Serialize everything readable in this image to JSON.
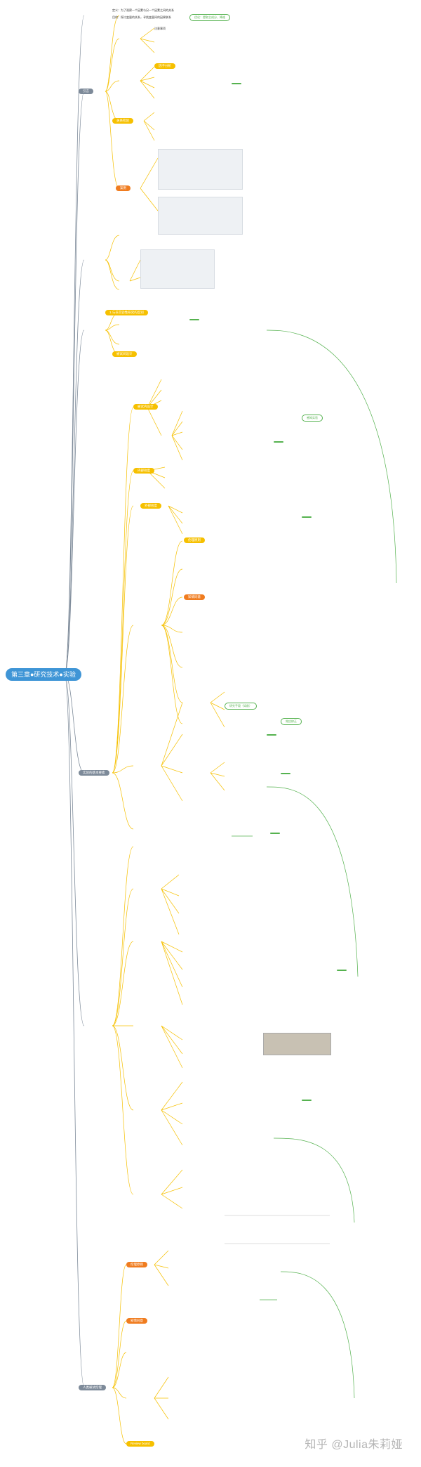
{
  "root": "第三章●研究技术●实验",
  "branches": [
    {
      "id": "b1",
      "label": "引言",
      "color": "grey"
    },
    {
      "id": "b2",
      "label": "",
      "color": "yellow"
    },
    {
      "id": "b3",
      "label": "",
      "color": "yellow"
    },
    {
      "id": "b4",
      "label": "实验的基本要素",
      "color": "grey"
    },
    {
      "id": "b5",
      "label": "",
      "color": "grey"
    },
    {
      "id": "b6",
      "label": "人类被试伦理",
      "color": "grey"
    }
  ],
  "pills": [
    "",
    "",
    "",
    "因子分析",
    "",
    "",
    "关系检验",
    "",
    "",
    "",
    "1.与非实验性研究的区别",
    "被试间设计",
    "被试内设计",
    "",
    "内部效度",
    "外部效度",
    "",
    "伦理原则",
    "知情同意",
    "",
    "Review board"
  ],
  "tags": [
    "优化：提取主成分、降维",
    "",
    "",
    "感知实验",
    "",
    "",
    "研究手段（如前）",
    "效应修正",
    "",
    "",
    "",
    "",
    ""
  ],
  "notes": [
    "定义：为了观察一个因素与另一个因素之间的关系",
    "目的：探讨变量的关系，寻找变量间的因果联系",
    "注意事项",
    "",
    "",
    "",
    "案例",
    "",
    "",
    ""
  ],
  "watermark": "知乎 @Julia朱莉娅"
}
